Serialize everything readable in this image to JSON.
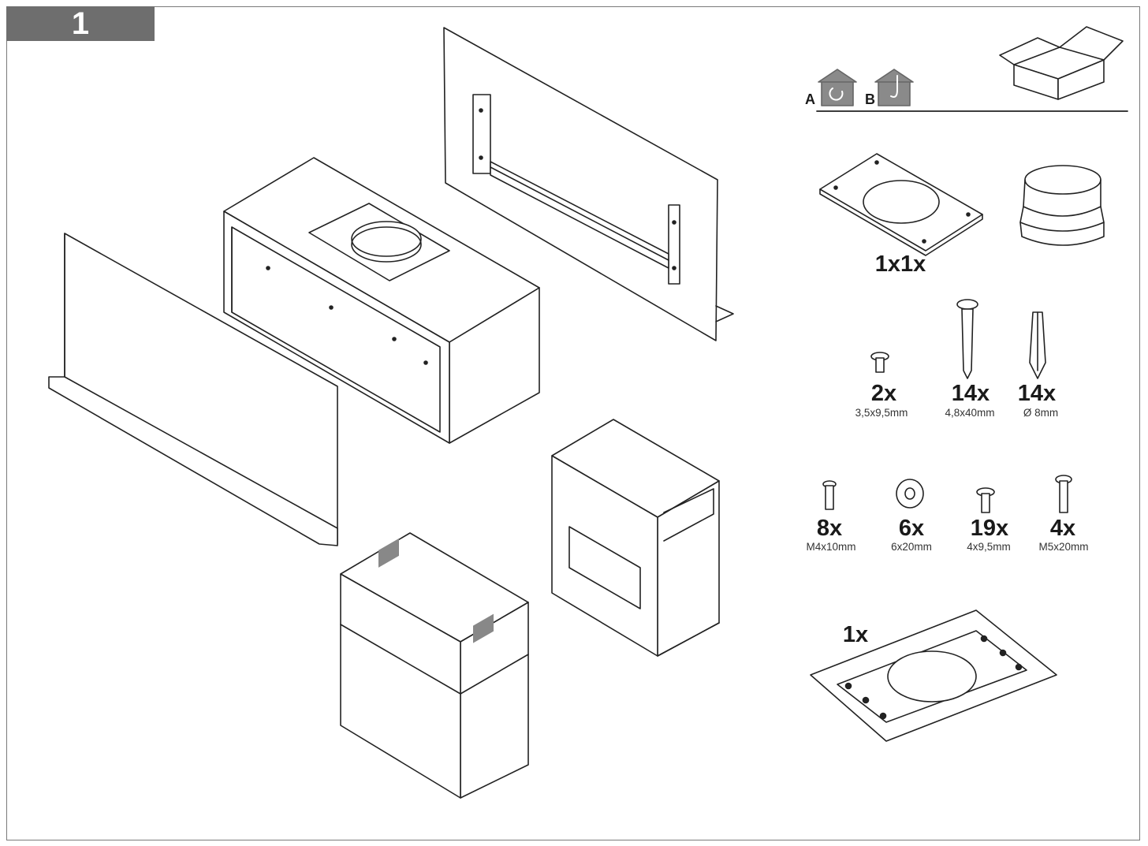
{
  "step": {
    "number": "1"
  },
  "install_variants": {
    "a": {
      "letter": "A",
      "icon": "recirculation-house-icon"
    },
    "b": {
      "letter": "B",
      "icon": "extraction-house-icon"
    }
  },
  "package_icon": "open-box-icon",
  "parts": {
    "adapter_plate_and_reducer": {
      "qty": "1x1x"
    },
    "screw_small": {
      "qty": "2x",
      "spec": "3,5x9,5mm"
    },
    "screw_long": {
      "qty": "14x",
      "spec": "4,8x40mm"
    },
    "wall_plug": {
      "qty": "14x",
      "spec": "Ø 8mm"
    },
    "bolt_m4": {
      "qty": "8x",
      "spec": "M4x10mm"
    },
    "washer": {
      "qty": "6x",
      "spec": "6x20mm"
    },
    "screw_4x95": {
      "qty": "19x",
      "spec": "4x9,5mm"
    },
    "bolt_m5": {
      "qty": "4x",
      "spec": "M5x20mm"
    },
    "mounting_template": {
      "qty": "1x"
    }
  },
  "colors": {
    "tab": "#6e6e6e",
    "line": "#222222",
    "border": "#7a7a7a"
  }
}
